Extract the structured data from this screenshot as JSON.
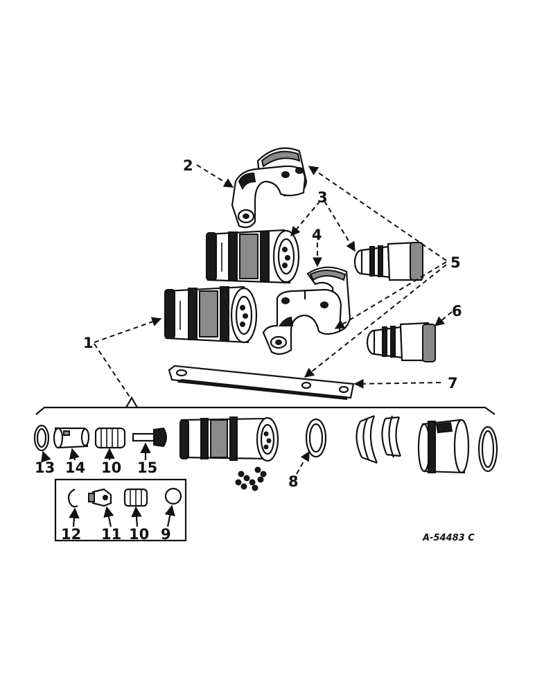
{
  "callouts": {
    "c1": "1",
    "c2": "2",
    "c3": "3",
    "c4": "4",
    "c5": "5",
    "c6": "6",
    "c7": "7",
    "c8": "8",
    "c9": "9",
    "c10a": "10",
    "c10b": "10",
    "c11": "11",
    "c12": "12",
    "c13": "13",
    "c14": "14",
    "c15": "15"
  },
  "reference_number": "A-54483 C",
  "icons": {
    "arrowhead": "arrowhead-icon"
  }
}
